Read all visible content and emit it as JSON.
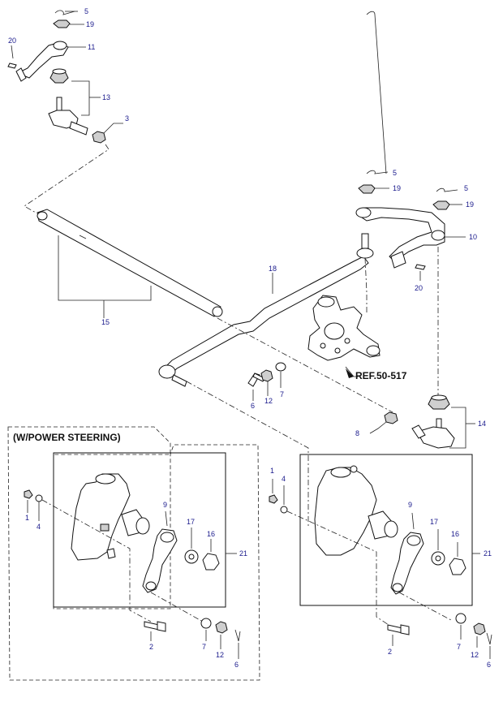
{
  "section_header": "(W/POWER STEERING)",
  "reference": "REF.50-517",
  "callouts": {
    "top_5": "5",
    "top_19": "19",
    "top_20": "20",
    "top_11": "11",
    "top_13": "13",
    "top_3": "3",
    "right_5a": "5",
    "right_19a": "19",
    "right_5b": "5",
    "right_19b": "19",
    "right_10": "10",
    "right_20": "20",
    "mid_18": "18",
    "mid_15": "15",
    "mid_6": "6",
    "mid_12": "12",
    "mid_7": "7",
    "mid_8": "8",
    "mid_14": "14",
    "l_1": "1",
    "l_4": "4",
    "l_9": "9",
    "l_17": "17",
    "l_16": "16",
    "l_21": "21",
    "l_2": "2",
    "l_7": "7",
    "l_12": "12",
    "l_6": "6",
    "r_1": "1",
    "r_4": "4",
    "r_9": "9",
    "r_17": "17",
    "r_16": "16",
    "r_21": "21",
    "r_2": "2",
    "r_7": "7",
    "r_12": "12",
    "r_6": "6"
  }
}
